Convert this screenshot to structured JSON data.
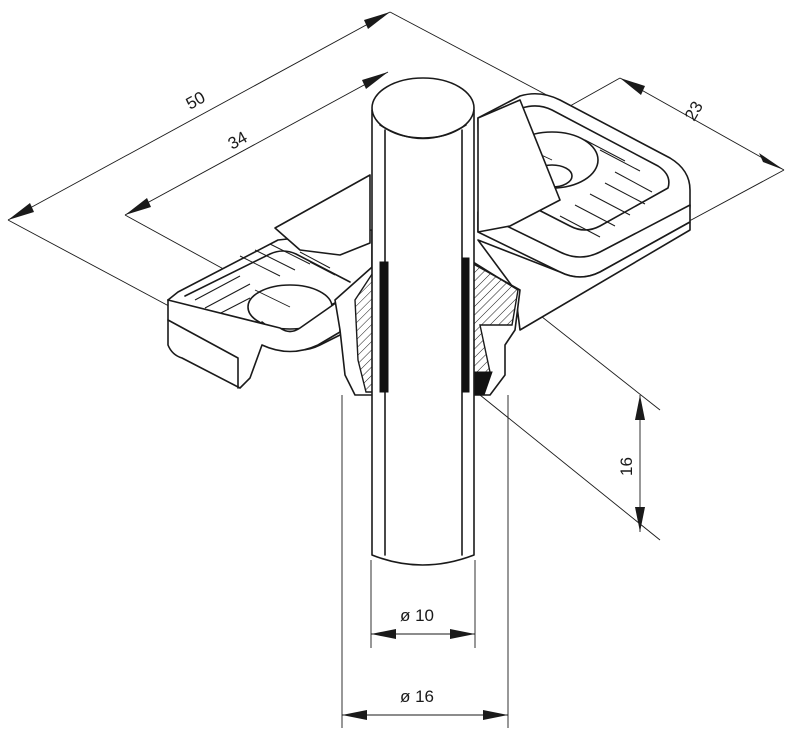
{
  "labels": {
    "dim_50": "50",
    "dim_34": "34",
    "dim_23": "23",
    "dim_16_height": "16",
    "dim_d10": "ø 10",
    "dim_d16": "ø 16"
  },
  "colors": {
    "line": "#1a1a1a",
    "background": "#ffffff"
  }
}
